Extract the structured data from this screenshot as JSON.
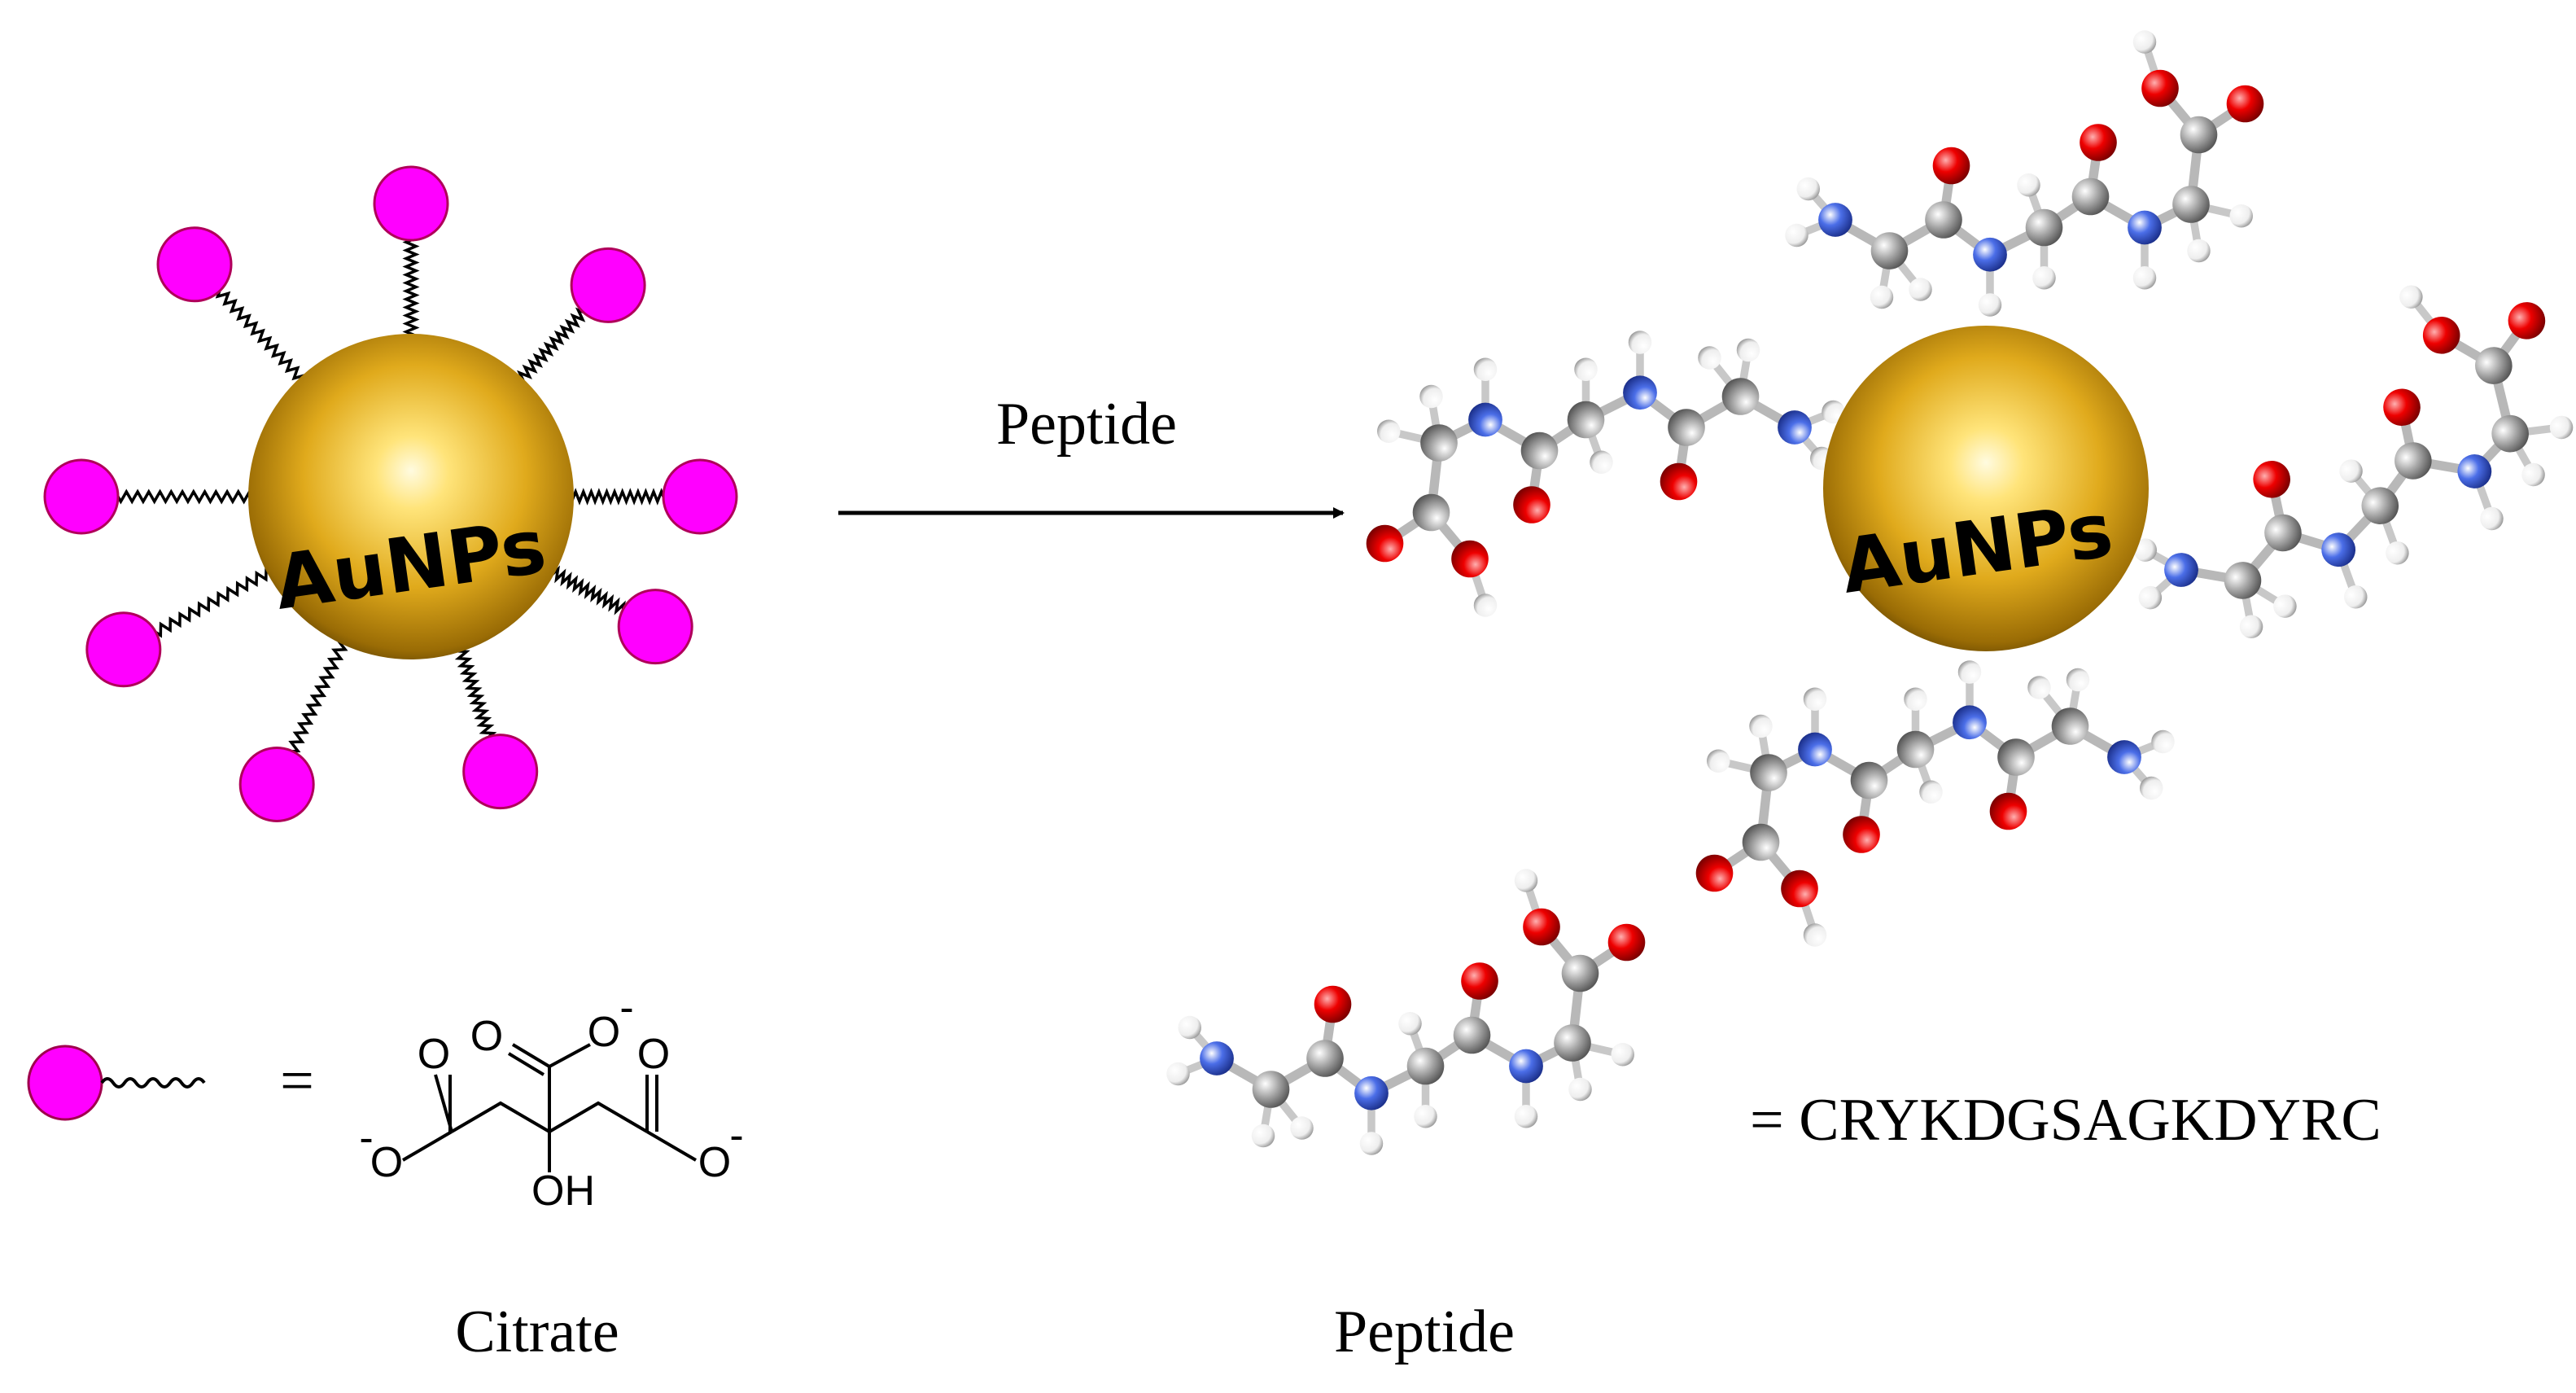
{
  "reaction": {
    "arrow_label": "Peptide"
  },
  "nanoparticle": {
    "label": "AuNPs",
    "label_right": "AuNPs"
  },
  "legend": {
    "equals_citrate": "=",
    "citrate_caption": "Citrate",
    "peptide_caption": "Peptide",
    "peptide_sequence": "= CRYKDGSAGKDYRC",
    "citrate_atoms": {
      "o_top": "O",
      "o_top_charge": "O",
      "minus": "-",
      "o_left": "O",
      "o_left_charge": "O",
      "o_right": "O",
      "o_right_charge": "O",
      "oh": "OH"
    }
  },
  "colors": {
    "ligand_head": "#ff00ff",
    "ligand_stroke": "#b0005a",
    "gold_light": "#fff3a0",
    "gold_mid": "#e3b21f",
    "gold_dark": "#5a3f00",
    "carbon": "#9a9a9a",
    "nitrogen": "#3b5bdb",
    "oxygen": "#e00000",
    "hydrogen": "#f4f4f4"
  }
}
